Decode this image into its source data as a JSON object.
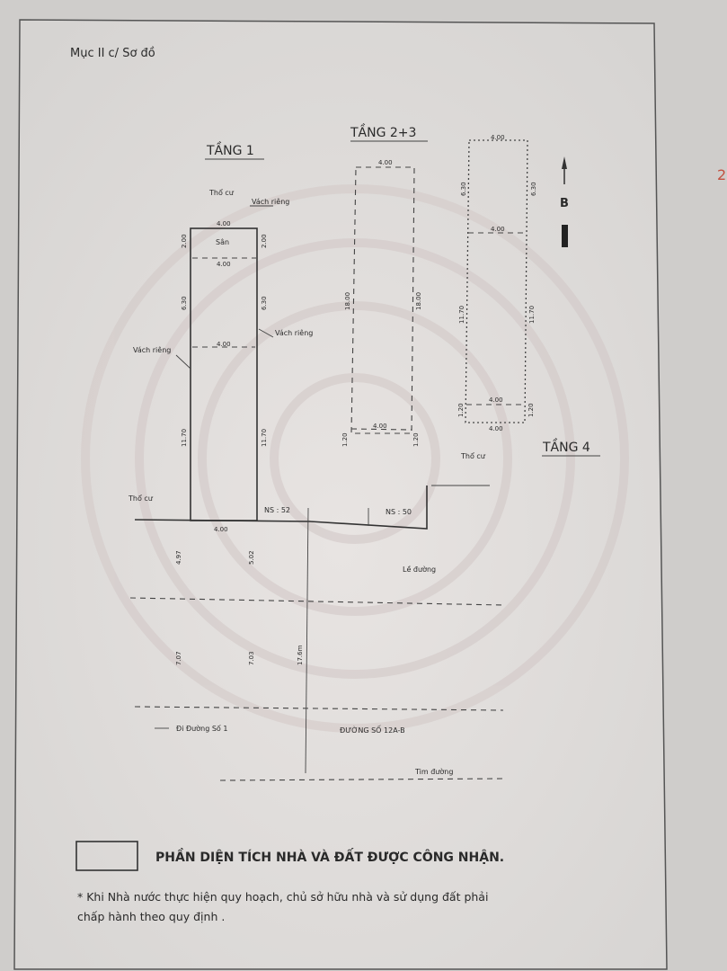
{
  "header": {
    "section": "Mục II c/ Sơ đồ",
    "page_mark": "2"
  },
  "floor1": {
    "title": "TẦNG 1",
    "neighbor_top": "Thổ cư",
    "neighbor_left": "Thổ cư",
    "wall_top": "Vách riêng",
    "wall_right": "Vách riêng",
    "wall_left": "Vách riêng",
    "yard": "Sân",
    "dims": {
      "top_width": "4.00",
      "yard_width": "4.00",
      "mid_width": "4.00",
      "bottom_width": "4.00",
      "yard_depth_left": "2.00",
      "yard_depth_right": "2.00",
      "upper_left": "6.30",
      "upper_right": "6.30",
      "lower_left": "11.70",
      "lower_right": "11.70"
    }
  },
  "floor23": {
    "title": "TẦNG 2+3",
    "dims": {
      "top_width": "4.00",
      "bottom_width": "4.00",
      "left": "18.00",
      "right": "18.00",
      "balcony_left": "1.20",
      "balcony_right": "1.20"
    }
  },
  "floor4": {
    "title": "TẦNG 4",
    "neighbor": "Thổ cư",
    "dims": {
      "top_width": "4.00",
      "mid_width": "4.00",
      "lower_width": "4.00",
      "bottom_width": "4.00",
      "upper_left": "6.30",
      "upper_right": "6.30",
      "lower_left": "11.70",
      "lower_right": "11.70",
      "balcony_left": "1.20",
      "balcony_right": "1.20"
    }
  },
  "north_arrow": {
    "label": "B"
  },
  "site": {
    "ns52": "NS : 52",
    "ns50": "NS : 50",
    "sidewalk": "Lề đường",
    "road_name": "ĐƯỜNG SỐ 12A-B",
    "to_road": "Đi Đường Số 1",
    "centerline": "Tim đường",
    "road_width": "17.6m",
    "dims": {
      "sidewalk_left": "4.97",
      "sidewalk_right": "5.02",
      "road_left": "7.07",
      "road_right": "7.03"
    }
  },
  "legend": {
    "label": "PHẦN DIỆN TÍCH NHÀ VÀ ĐẤT ĐƯỢC CÔNG NHẬN."
  },
  "note": {
    "line1": "* Khi Nhà nước thực hiện quy hoạch, chủ sở hữu nhà và sử dụng đất phải",
    "line2": "chấp hành theo quy định ."
  }
}
